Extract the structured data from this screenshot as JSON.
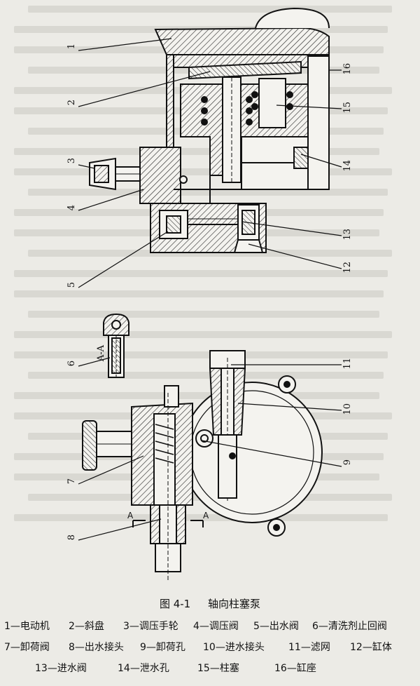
{
  "figure": {
    "number": "图 4-1",
    "title": "轴向柱塞泵"
  },
  "section_label": "A-A",
  "section_marks": [
    "A",
    "A"
  ],
  "callouts": [
    "1",
    "2",
    "3",
    "4",
    "5",
    "6",
    "7",
    "8",
    "9",
    "10",
    "11",
    "12",
    "13",
    "14",
    "15",
    "16"
  ],
  "legend": [
    [
      {
        "num": "1",
        "label": "电动机"
      },
      {
        "num": "2",
        "label": "斜盘"
      },
      {
        "num": "3",
        "label": "调压手轮"
      },
      {
        "num": "4",
        "label": "调压阀"
      },
      {
        "num": "5",
        "label": "出水阀"
      },
      {
        "num": "6",
        "label": "清洗剂止回阀"
      }
    ],
    [
      {
        "num": "7",
        "label": "卸荷阀"
      },
      {
        "num": "8",
        "label": "出水接头"
      },
      {
        "num": "9",
        "label": "卸荷孔"
      },
      {
        "num": "10",
        "label": "进水接头"
      },
      {
        "num": "11",
        "label": "滤网"
      },
      {
        "num": "12",
        "label": "缸体"
      }
    ],
    [
      {
        "num": "13",
        "label": "进水阀"
      },
      {
        "num": "14",
        "label": "泄水孔"
      },
      {
        "num": "15",
        "label": "柱塞"
      },
      {
        "num": "16",
        "label": "缸座"
      }
    ]
  ]
}
